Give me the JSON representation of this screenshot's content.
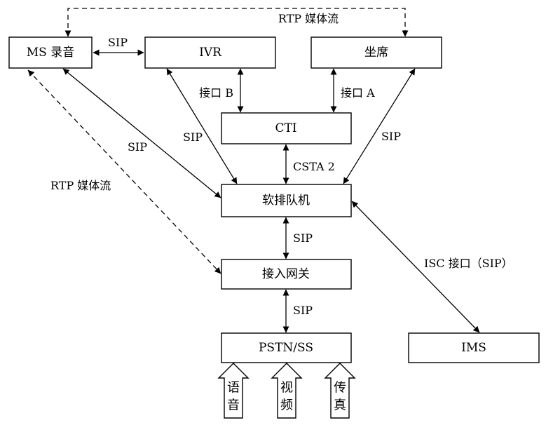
{
  "nodes": {
    "ms": "MS 录音",
    "ivr": "IVR",
    "agent": "坐席",
    "cti": "CTI",
    "queue": "软排队机",
    "gateway": "接入网关",
    "pstn": "PSTN/SS",
    "ims": "IMS"
  },
  "edges": {
    "rtp_top": "RTP 媒体流",
    "sip_ms_ivr": "SIP",
    "interface_b": "接口 B",
    "interface_a": "接口 A",
    "sip_ms_queue": "SIP",
    "sip_ivr_queue": "SIP",
    "sip_agent_queue": "SIP",
    "csta2": "CSTA 2",
    "rtp_left": "RTP 媒体流",
    "sip_queue_gateway": "SIP",
    "sip_gateway_pstn": "SIP",
    "isc": "ISC 接口（SIP）"
  },
  "inputs": [
    {
      "chars": [
        "语",
        "音"
      ]
    },
    {
      "chars": [
        "视",
        "频"
      ]
    },
    {
      "chars": [
        "传",
        "真"
      ]
    }
  ]
}
